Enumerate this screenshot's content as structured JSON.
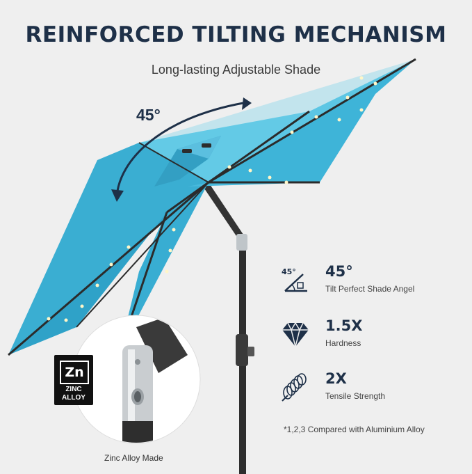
{
  "header": {
    "title": "REINFORCED TILTING MECHANISM",
    "subtitle": "Long-lasting Adjustable Shade"
  },
  "tilt_arrow": {
    "label": "45°"
  },
  "features": [
    {
      "icon": "tilt-angle-icon",
      "value": "45°",
      "label": "Tilt Perfect Shade Angel",
      "icon_label": "45°"
    },
    {
      "icon": "diamond-icon",
      "value": "1.5X",
      "label": "Hardness"
    },
    {
      "icon": "spring-icon",
      "value": "2X",
      "label": "Tensile Strength"
    }
  ],
  "footnote": "*1,2,3 Compared with Aluminium Alloy",
  "zinc_badge": {
    "symbol": "Zn",
    "text": "ZINC ALLOY"
  },
  "zinc_caption": "Zinc Alloy Made",
  "colors": {
    "background": "#efefef",
    "canopy": "#3fb3d6",
    "navy": "#1e3048",
    "pole": "#2e2e2e"
  }
}
